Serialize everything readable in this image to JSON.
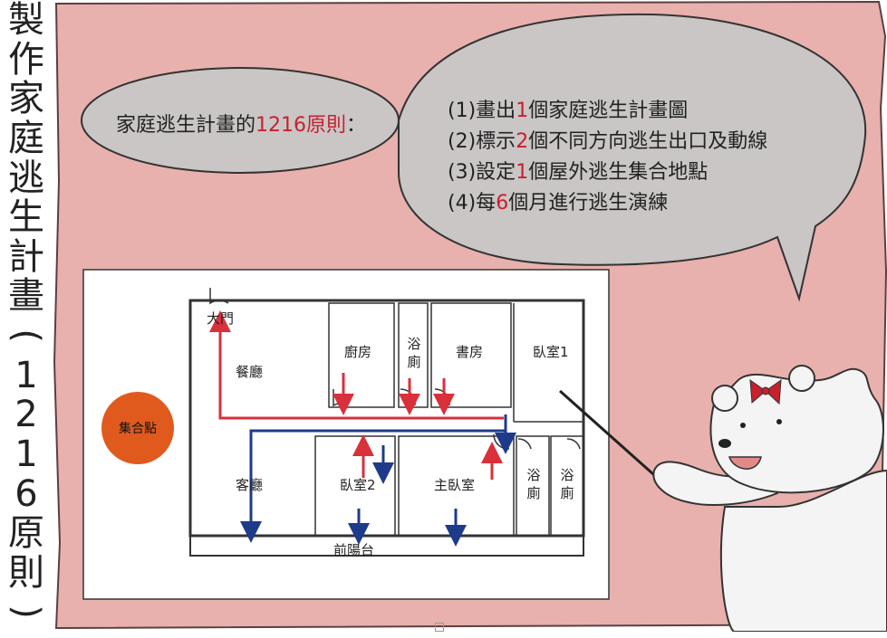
{
  "side_title": [
    "製",
    "作",
    "家",
    "庭",
    "逃",
    "生",
    "計",
    "畫",
    "(",
    "1",
    "2",
    "1",
    "6",
    "原",
    "則",
    ")"
  ],
  "bubble_left": {
    "prefix": "家庭逃生計畫的",
    "highlight": "1216原則",
    "suffix": "："
  },
  "rules": [
    {
      "num": "(1)",
      "pre": "畫出",
      "hl": "1",
      "post": "個家庭逃生計畫圖"
    },
    {
      "num": "(2)",
      "pre": "標示",
      "hl": "2",
      "post": "個不同方向逃生出口及動線"
    },
    {
      "num": "(3)",
      "pre": "設定",
      "hl": "1",
      "post": "個屋外逃生集合地點"
    },
    {
      "num": "(4)",
      "pre": "每",
      "hl": "6",
      "post": "個月進行逃生演練"
    }
  ],
  "floorplan": {
    "assembly_point": "集合點",
    "rooms": {
      "front_door": "大門",
      "dining": "餐廳",
      "kitchen": "廚房",
      "bath1": "浴廁",
      "study": "書房",
      "bedroom1": "臥室1",
      "living": "客廳",
      "bedroom2": "臥室2",
      "master": "主臥室",
      "bath2": "浴廁",
      "bath3": "浴廁",
      "balcony": "前陽台"
    }
  },
  "colors": {
    "background_pink": "#e8b1ad",
    "bubble_gray": "#c9c6c5",
    "highlight_red": "#c8202e",
    "arrow_red": "#d9303b",
    "arrow_blue": "#1e3a8a",
    "assembly_orange": "#e05a1e"
  }
}
